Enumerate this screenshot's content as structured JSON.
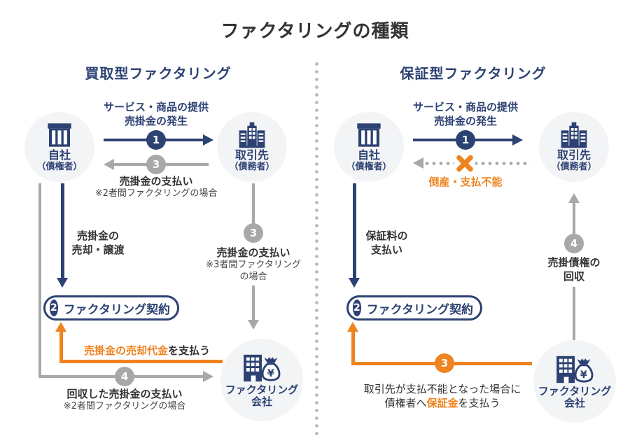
{
  "title": "ファクタリングの種類",
  "colors": {
    "navy": "#2d4273",
    "gray": "#a8a8a8",
    "orange": "#f0821f",
    "entity_circle_bg": "#f3f4f6"
  },
  "panels": {
    "left": {
      "header": "買取型ファクタリング",
      "company": {
        "name": "自社",
        "role": "（債権者）"
      },
      "client": {
        "name": "取引先",
        "role": "（債務者）"
      },
      "factor": {
        "name1": "ファクタリング",
        "name2": "会社"
      },
      "steps": {
        "s1": {
          "num": "1",
          "line1": "サービス・商品の提供",
          "line2": "売掛金の発生"
        },
        "s3top": {
          "num": "3",
          "label": "売掛金の支払い",
          "note": "※2者間ファクタリングの場合"
        },
        "sell": {
          "line1": "売掛金の",
          "line2": "売却・譲渡"
        },
        "s2": {
          "num": "2",
          "label": "ファクタリング契約"
        },
        "s3side": {
          "num": "3",
          "label": "売掛金の支払い",
          "note1": "※3者間ファクタリング",
          "note2": "の場合"
        },
        "proceeds": {
          "highlight": "売掛金の売却代金",
          "suffix": "を支払う"
        },
        "s4": {
          "num": "4",
          "label": "回収した売掛金の支払い",
          "note": "※2者間ファクタリングの場合"
        }
      }
    },
    "right": {
      "header": "保証型ファクタリング",
      "company": {
        "name": "自社",
        "role": "（債権者）"
      },
      "client": {
        "name": "取引先",
        "role": "（債務者）"
      },
      "factor": {
        "name1": "ファクタリング",
        "name2": "会社"
      },
      "steps": {
        "s1": {
          "num": "1",
          "line1": "サービス・商品の提供",
          "line2": "売掛金の発生"
        },
        "insolvency": {
          "label": "倒産・支払不能"
        },
        "fee": {
          "line1": "保証料の",
          "line2": "支払い"
        },
        "s2": {
          "num": "2",
          "label": "ファクタリング契約"
        },
        "s3": {
          "num": "3",
          "line1": "取引先が支払不能となった場合に",
          "line2_pre": "債権者へ",
          "line2_highlight": "保証金",
          "line2_suf": "を支払う"
        },
        "s4": {
          "num": "4",
          "line1": "売掛債権の",
          "line2": "回収"
        }
      }
    }
  }
}
